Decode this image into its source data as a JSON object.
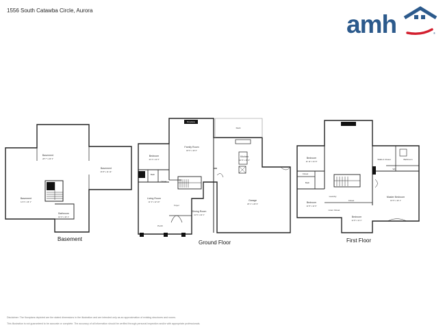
{
  "header": {
    "address": "1556 South Catawba Circle, Aurora",
    "logo_text": "amh"
  },
  "colors": {
    "brand_blue": "#2c5a8c",
    "brand_red": "#d3202f",
    "wall": "#222222"
  },
  "floors": [
    {
      "label": "Basement",
      "rooms": [
        {
          "name": "Basement",
          "dims": "28' 7\" x 23' 3\""
        },
        {
          "name": "Basement",
          "dims": "26' 8\" x 11' 11\""
        },
        {
          "name": "Basement",
          "dims": "14' 9\" x 16' 1\""
        },
        {
          "name": "Bathroom",
          "dims": "10' 0\" x 10' 1\""
        }
      ]
    },
    {
      "label": "Ground Floor",
      "rooms": [
        {
          "name": "Fireplace",
          "dims": ""
        },
        {
          "name": "Family Room",
          "dims": "18' 6\" x 16' 0\""
        },
        {
          "name": "Bedroom",
          "dims": "11' 4\" x 11' 3\""
        },
        {
          "name": "Bath",
          "dims": ""
        },
        {
          "name": "Closet",
          "dims": ""
        },
        {
          "name": "Living Room",
          "dims": "11' 3\" x 12' 10\""
        },
        {
          "name": "Foyer",
          "dims": ""
        },
        {
          "name": "Dining Room",
          "dims": "11' 6\" x 10' 1\""
        },
        {
          "name": "Porch",
          "dims": ""
        },
        {
          "name": "Deck",
          "dims": ""
        },
        {
          "name": "Kitchen",
          "dims": "16' 8\" x 15' 6\""
        },
        {
          "name": "Garage",
          "dims": "20' 1\" x 20' 9\""
        }
      ]
    },
    {
      "label": "First Floor",
      "rooms": [
        {
          "name": "Bedroom",
          "dims": "11' 11\" x 11' 8\""
        },
        {
          "name": "Closet",
          "dims": ""
        },
        {
          "name": "Bath",
          "dims": ""
        },
        {
          "name": "Bedroom",
          "dims": "11' 8\" x 11' 6\""
        },
        {
          "name": "Laundry",
          "dims": ""
        },
        {
          "name": "Linen Closet",
          "dims": ""
        },
        {
          "name": "Closet",
          "dims": ""
        },
        {
          "name": "Bedroom",
          "dims": "11' 8\" x 11' 1\""
        },
        {
          "name": "Walk-in Closet",
          "dims": ""
        },
        {
          "name": "Bathroom",
          "dims": ""
        },
        {
          "name": "WC",
          "dims": ""
        },
        {
          "name": "Master Bedroom",
          "dims": "15' 5\" x 16' 1\""
        }
      ]
    }
  ],
  "footer": {
    "line1": "Disclaimer: The floorplans depicted are the stated dimensions in the illustration and are intended only as an approximation of existing structures and rooms.",
    "line2": "This illustration is not guaranteed to be accurate or complete. The accuracy of all information should be verified through personal inspection and/or with appropriate professionals."
  }
}
